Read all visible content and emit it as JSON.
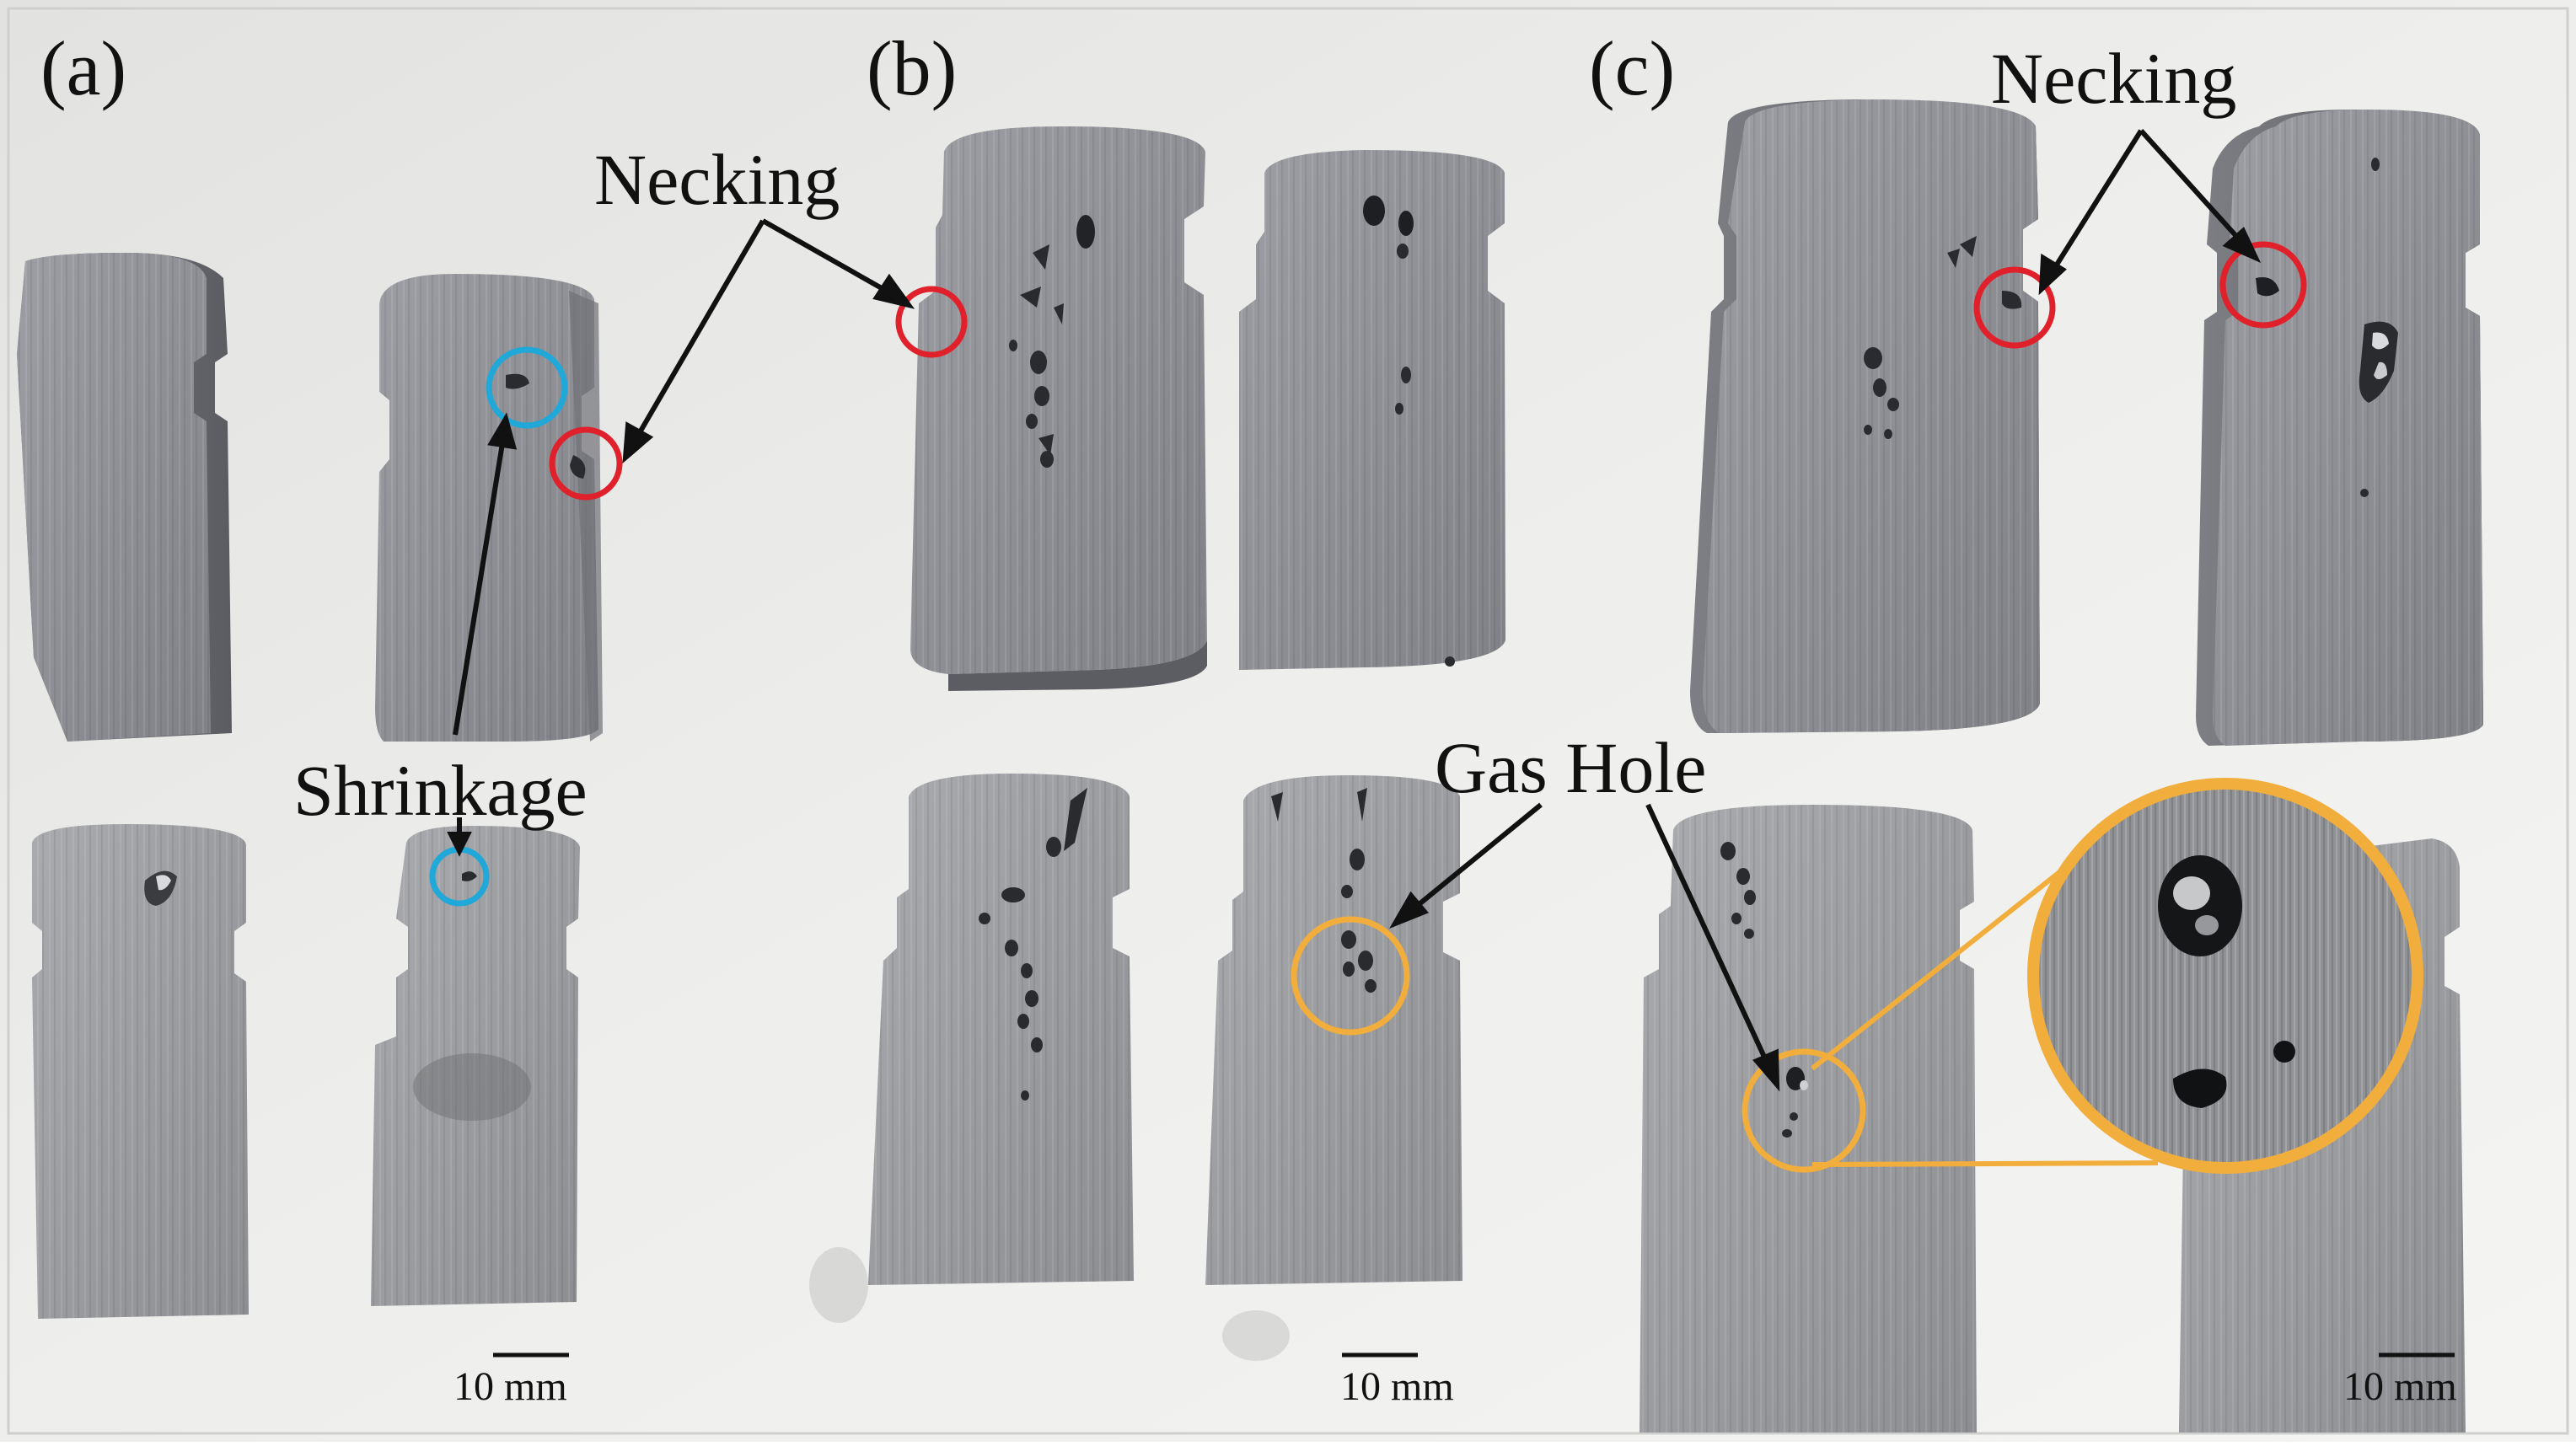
{
  "figure": {
    "panels": [
      {
        "label": "(a)"
      },
      {
        "label": "(b)"
      },
      {
        "label": "(c)"
      }
    ],
    "annotations": {
      "necking_a": "Necking",
      "necking_c": "Necking",
      "shrinkage": "Shrinkage",
      "gas_hole": "Gas Hole"
    },
    "scale_bars": [
      "10 mm",
      "10 mm",
      "10 mm"
    ],
    "colors": {
      "necking_circle": "#e0202a",
      "shrinkage_circle": "#1fa8d8",
      "gas_hole_circle": "#f2ae3c",
      "arrow": "#111111",
      "background": "#e9e9e9"
    }
  }
}
